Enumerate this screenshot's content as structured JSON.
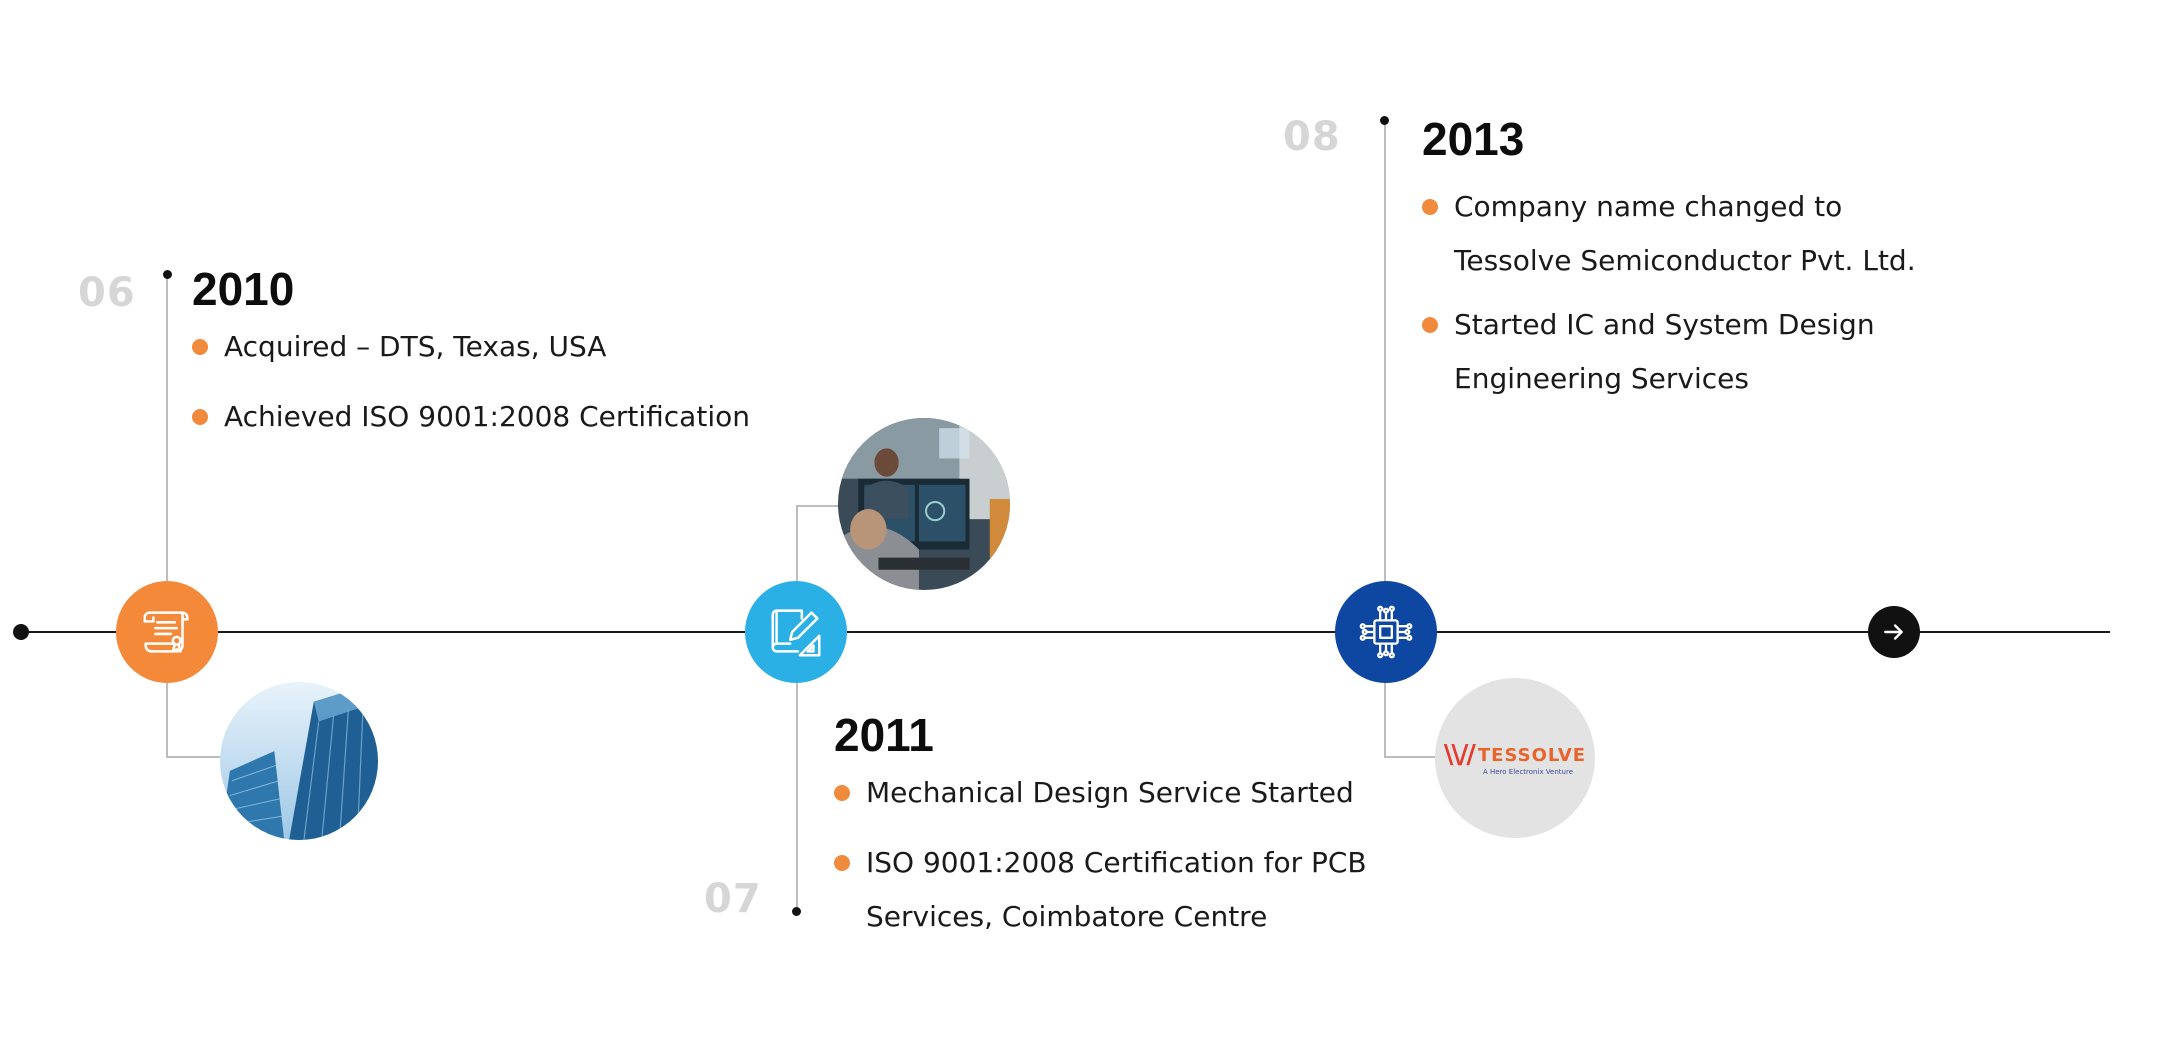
{
  "colors": {
    "accent_bullet": "#f08a3c",
    "milestone_2010": "#f5893a",
    "milestone_2011": "#2ab0e4",
    "milestone_2013": "#0d47a1",
    "index_number": "#d6d6d6"
  },
  "milestones": [
    {
      "index": "06",
      "year": "2010",
      "icon": "certificate-scroll-icon",
      "image": "office-building-photo",
      "bullets": [
        "Acquired – DTS, Texas, USA",
        "Achieved ISO 9001:2008 Certification"
      ]
    },
    {
      "index": "07",
      "year": "2011",
      "icon": "design-drafting-icon",
      "image": "engineers-at-workstation-photo",
      "bullets": [
        "Mechanical Design Service Started",
        "ISO 9001:2008 Certification for PCB Services, Coimbatore Centre"
      ]
    },
    {
      "index": "08",
      "year": "2013",
      "icon": "microchip-icon",
      "image": "tessolve-logo",
      "bullets": [
        "Company name changed to Tessolve Semiconductor Pvt. Ltd.",
        "Started IC and System Design Engineering Services"
      ]
    }
  ],
  "logo": {
    "mark": "\\\\//",
    "text": "TESSOLVE",
    "tagline": "A Hero Electronix Venture"
  },
  "navigation": {
    "next_icon": "arrow-right-icon"
  }
}
